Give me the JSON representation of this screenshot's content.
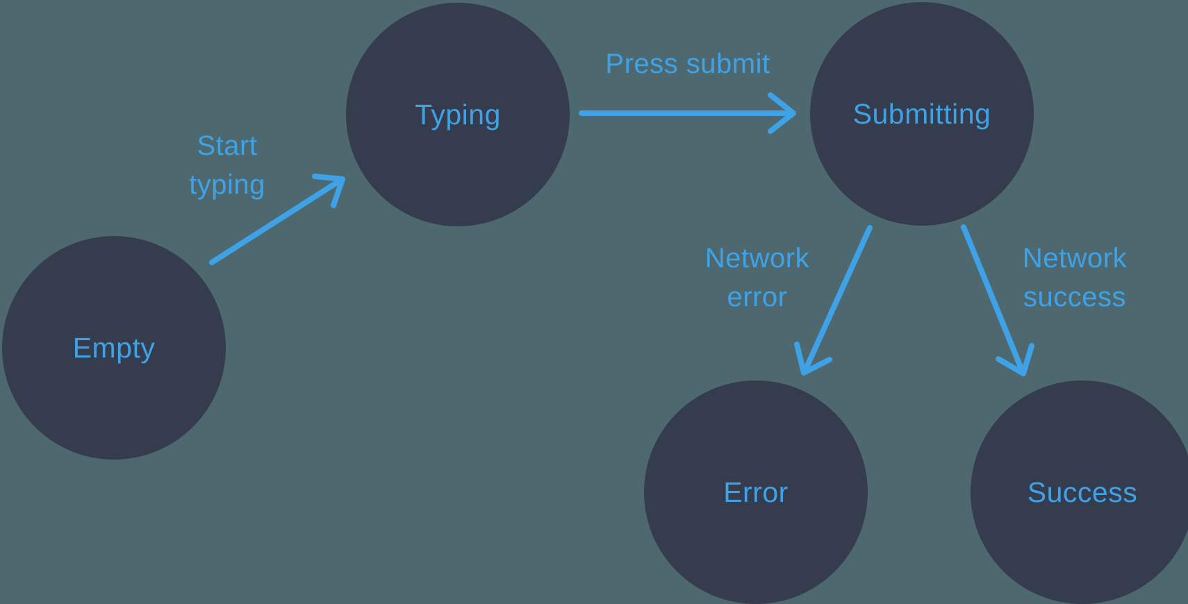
{
  "diagram": {
    "type": "state-machine",
    "nodes": {
      "empty": {
        "label": "Empty"
      },
      "typing": {
        "label": "Typing"
      },
      "submitting": {
        "label": "Submitting"
      },
      "error": {
        "label": "Error"
      },
      "success": {
        "label": "Success"
      }
    },
    "edges": {
      "start_typing": {
        "label": "Start typing",
        "from": "empty",
        "to": "typing"
      },
      "press_submit": {
        "label": "Press submit",
        "from": "typing",
        "to": "submitting"
      },
      "network_error": {
        "label": "Network error",
        "from": "submitting",
        "to": "error"
      },
      "network_success": {
        "label": "Network success",
        "from": "submitting",
        "to": "success"
      }
    },
    "colors": {
      "background": "#4d686f",
      "node_fill": "#353c4d",
      "accent": "#40a2e6"
    }
  }
}
